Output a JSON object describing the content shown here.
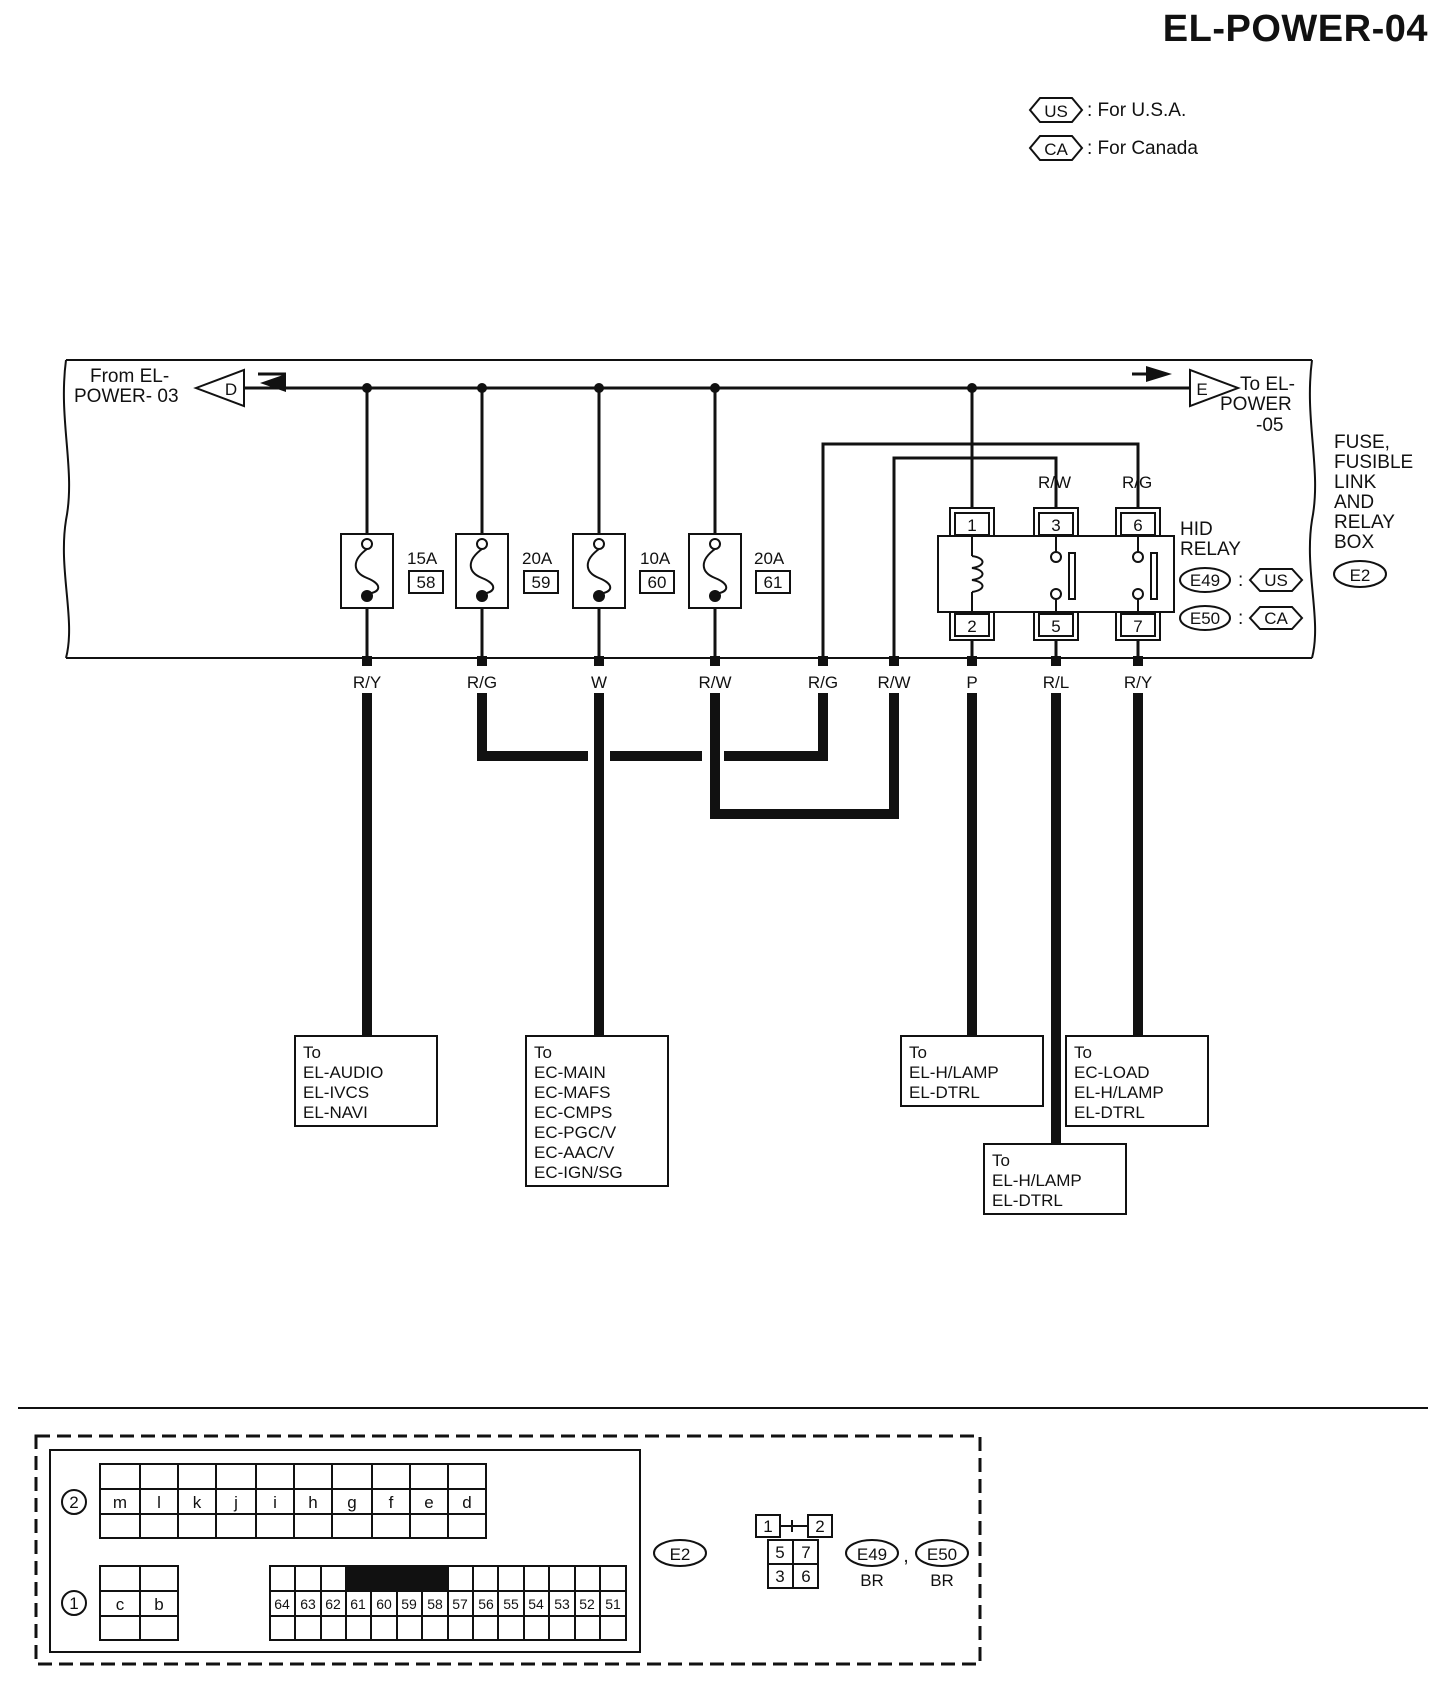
{
  "title": "EL-POWER-04",
  "legend": [
    {
      "code": "US",
      "text": ": For U.S.A."
    },
    {
      "code": "CA",
      "text": ": For Canada"
    }
  ],
  "connectors": {
    "from": {
      "letter": "D",
      "line1": "From EL-",
      "line2": "POWER- 03"
    },
    "to": {
      "letter": "E",
      "line1": "To EL-",
      "line2": "POWER",
      "line3": "-05"
    }
  },
  "box_label": [
    "FUSE,",
    "FUSIBLE",
    "LINK",
    "AND",
    "RELAY",
    "BOX"
  ],
  "box_code": "E2",
  "fuses": [
    {
      "amps": "15A",
      "number": "58"
    },
    {
      "amps": "20A",
      "number": "59"
    },
    {
      "amps": "10A",
      "number": "60"
    },
    {
      "amps": "20A",
      "number": "61"
    }
  ],
  "relay": {
    "name_line1": "HID",
    "name_line2": "RELAY",
    "pins_top": [
      "1",
      "3",
      "6"
    ],
    "pins_bottom": [
      "2",
      "5",
      "7"
    ],
    "top_wires": [
      "R/W",
      "R/G"
    ],
    "variants": [
      {
        "connector": "E49",
        "region": "US"
      },
      {
        "connector": "E50",
        "region": "CA"
      }
    ]
  },
  "wire_colors": [
    "R/Y",
    "R/G",
    "W",
    "R/W",
    "R/G",
    "R/W",
    "P",
    "R/L",
    "R/Y"
  ],
  "destinations": [
    {
      "lines": [
        "To",
        "EL-AUDIO",
        "EL-IVCS",
        "EL-NAVI"
      ]
    },
    {
      "lines": [
        "To",
        "EC-MAIN",
        "EC-MAFS",
        "EC-CMPS",
        "EC-PGC/V",
        "EC-AAC/V",
        "EC-IGN/SG"
      ]
    },
    {
      "lines": [
        "To",
        "EL-H/LAMP",
        "EL-DTRL"
      ]
    },
    {
      "lines": [
        "To",
        "EC-LOAD",
        "EL-H/LAMP",
        "EL-DTRL"
      ]
    },
    {
      "lines": [
        "To",
        "EL-H/LAMP",
        "EL-DTRL"
      ]
    }
  ],
  "connector_view": {
    "row2_marker": "2",
    "row1_marker": "1",
    "row2_cells": [
      "m",
      "l",
      "k",
      "j",
      "i",
      "h",
      "g",
      "f",
      "e",
      "d"
    ],
    "row1_small_cells": [
      "c",
      "b"
    ],
    "row1_cells": [
      "64",
      "63",
      "62",
      "61",
      "60",
      "59",
      "58",
      "57",
      "56",
      "55",
      "54",
      "53",
      "52",
      "51"
    ],
    "highlighted_cells": [
      "61",
      "60",
      "59",
      "58"
    ],
    "box_code": "E2",
    "relay_pins": [
      "1",
      "2",
      "5",
      "7",
      "3",
      "6"
    ],
    "relay_connectors": [
      {
        "code": "E49",
        "color": "BR"
      },
      {
        "code": "E50",
        "color": "BR"
      }
    ],
    "separator": ","
  }
}
